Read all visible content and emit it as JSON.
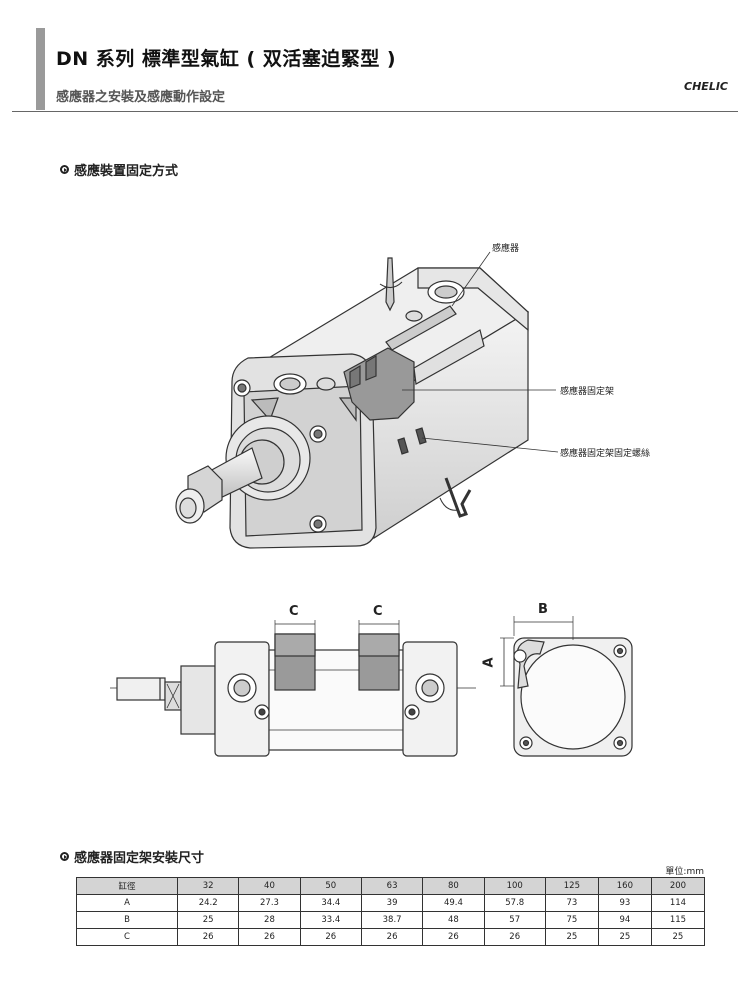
{
  "header": {
    "title": "DN 系列 標準型氣缸 ( 双活塞迫緊型 )",
    "subtitle": "感應器之安裝及感應動作設定",
    "brand": "CHELIC"
  },
  "sections": {
    "mounting_title": "感應裝置固定方式",
    "dimensions_title": "感應器固定架安裝尺寸"
  },
  "callouts": {
    "sensor": "感應器",
    "bracket": "感應器固定架",
    "bracket_screw": "感應器固定架固定螺絲"
  },
  "drawing_labels": {
    "c_left": "C",
    "c_right": "C",
    "b": "B",
    "a": "A"
  },
  "table": {
    "unit": "單位:mm",
    "header": [
      "缸徑",
      "32",
      "40",
      "50",
      "63",
      "80",
      "100",
      "125",
      "160",
      "200"
    ],
    "rows": [
      [
        "A",
        "24.2",
        "27.3",
        "34.4",
        "39",
        "49.4",
        "57.8",
        "73",
        "93",
        "114"
      ],
      [
        "B",
        "25",
        "28",
        "33.4",
        "38.7",
        "48",
        "57",
        "75",
        "94",
        "115"
      ],
      [
        "C",
        "26",
        "26",
        "26",
        "26",
        "26",
        "26",
        "25",
        "25",
        "25"
      ]
    ]
  }
}
